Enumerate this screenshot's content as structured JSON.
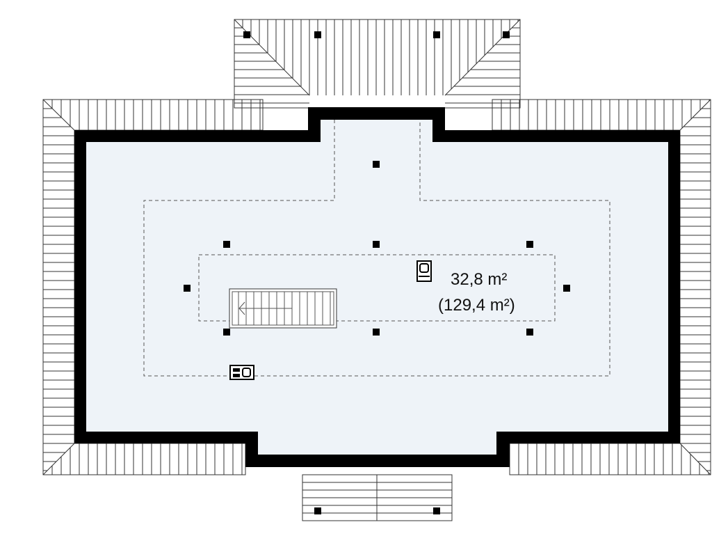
{
  "floor_area": {
    "usable": "32,8 m²",
    "total": "(129,4 m²)"
  },
  "colors": {
    "floor_fill": "#eef3f8",
    "wall": "#000000",
    "hatch": "#333333",
    "dashed": "#555555"
  },
  "symbols": {
    "chimney_top": "chimney-icon",
    "chimney_lower": "double-flue-chimney-icon",
    "stair": "staircase"
  }
}
